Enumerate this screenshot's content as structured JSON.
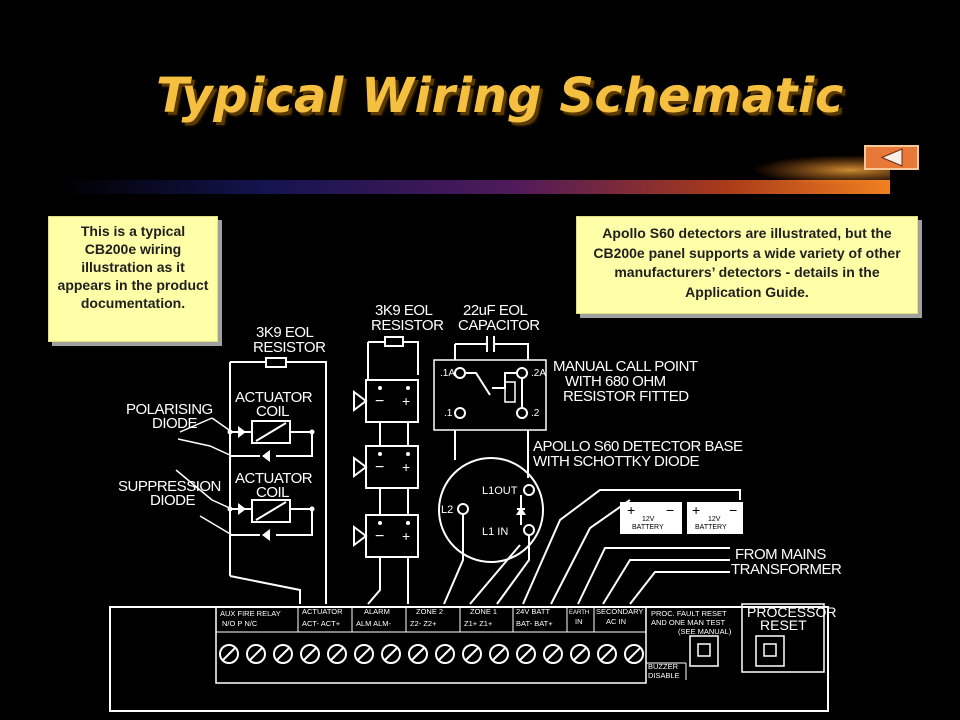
{
  "slide": {
    "title": "Typical Wiring Schematic",
    "colors": {
      "background": "#000000",
      "title": "#f5c040",
      "note_fill": "#ffffa8",
      "button": "#e87838"
    },
    "back_button_icon": "triangle-left-icon"
  },
  "notes": {
    "left": "This is a typical CB200e wiring illustration as it appears in the product documentation.",
    "right": "Apollo S60 detectors are illustrated, but the CB200e panel supports a wide variety of other manufacturers’ detectors - details in the Application Guide."
  },
  "diagram": {
    "labels": {
      "eol_resistor_left": [
        "3K9 EOL",
        "RESISTOR"
      ],
      "eol_resistor_mid": [
        "3K9 EOL",
        "RESISTOR"
      ],
      "eol_capacitor": [
        "22uF EOL",
        "CAPACITOR"
      ],
      "polarising_diode": [
        "POLARISING",
        "DIODE"
      ],
      "suppression_diode": [
        "SUPPRESSION",
        "DIODE"
      ],
      "actuator_coil_1": [
        "ACTUATOR",
        "COIL"
      ],
      "actuator_coil_2": [
        "ACTUATOR",
        "COIL"
      ],
      "call_point": [
        "MANUAL CALL POINT",
        "WITH 680 OHM",
        "RESISTOR FITTED"
      ],
      "detector_base": [
        "APOLLO S60 DETECTOR BASE",
        "WITH SCHOTTKY DIODE"
      ],
      "from_mains": [
        "FROM MAINS",
        "TRANSFORMER"
      ],
      "processor_reset": [
        "PROCESSOR",
        "RESET"
      ],
      "call_point_terminals": [
        ".1A",
        ".2A",
        ".1",
        ".2"
      ],
      "detector_terminals": [
        "L1OUT",
        "L2",
        "L1 IN"
      ],
      "battery": [
        "12V",
        "BATTERY"
      ],
      "battery_2": [
        "12V",
        "BATTERY"
      ],
      "buzzer": [
        "BUZZER",
        "DISABLE"
      ]
    },
    "terminal_headers": [
      [
        "AUX FIRE RELAY",
        "N/O  P  N/C"
      ],
      [
        "ACTUATOR",
        "ACT-  ACT+"
      ],
      [
        "ALARM",
        "ALM  ALM-"
      ],
      [
        "ZONE 2",
        "Z2-  Z2+"
      ],
      [
        "ZONE 1",
        "Z1+  Z1+"
      ],
      [
        "24V BATT",
        "BAT-  BAT+"
      ],
      [
        "EARTH",
        "IN"
      ],
      [
        "SECONDARY",
        "AC IN"
      ],
      [
        "PROC. FAULT RESET",
        "AND ONE MAN TEST",
        "(SEE MANUAL)"
      ]
    ]
  }
}
